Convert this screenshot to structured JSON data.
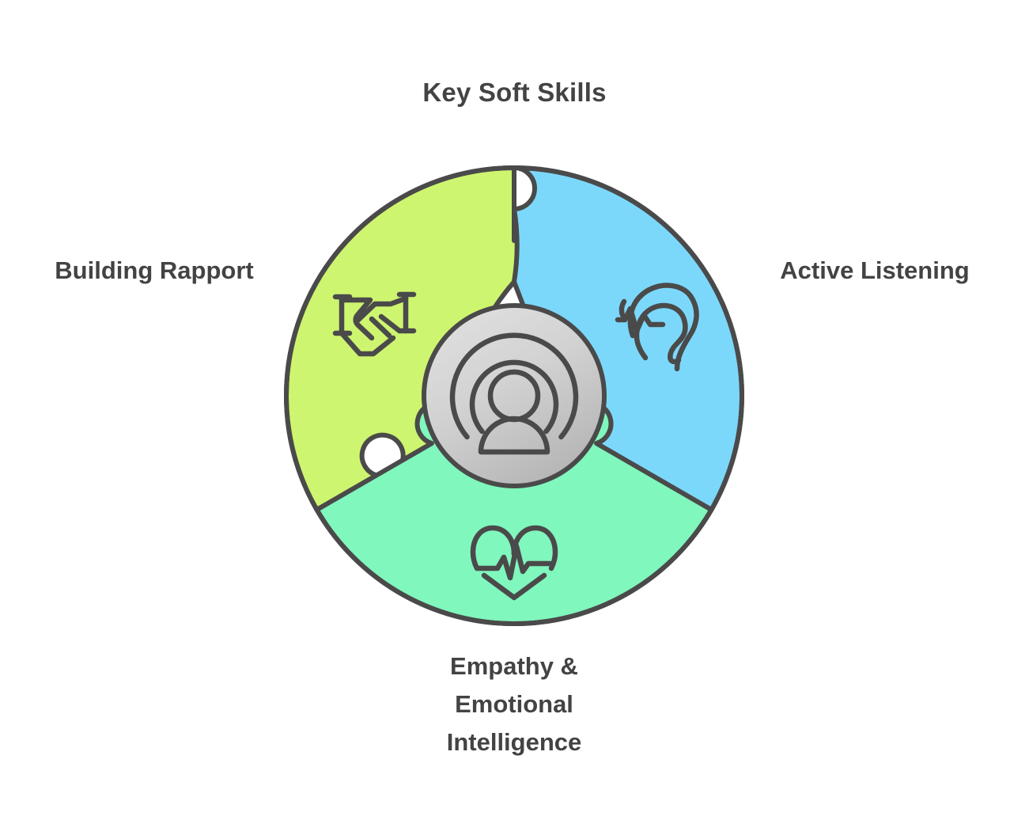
{
  "title": "Key Soft Skills",
  "segments": [
    {
      "id": "building-rapport",
      "label": "Building Rapport",
      "color": "#cef56f",
      "icon": "handshake-icon",
      "position": "left"
    },
    {
      "id": "active-listening",
      "label": "Active Listening",
      "color": "#7cd8fb",
      "icon": "ear-listening-icon",
      "position": "right"
    },
    {
      "id": "empathy-emotional-intelligence",
      "label": "Empathy &\nEmotional\nIntelligence",
      "color": "#80f7bd",
      "icon": "heart-pulse-icon",
      "position": "bottom"
    }
  ],
  "center": {
    "icon": "person-broadcast-icon",
    "gradient_start": "#dcdcdc",
    "gradient_end": "#b8b8b8"
  },
  "style": {
    "stroke": "#4a4a4a",
    "text_color": "#434343",
    "background": "#ffffff"
  },
  "chart_data": {
    "type": "pie",
    "title": "Key Soft Skills",
    "categories": [
      "Building Rapport",
      "Active Listening",
      "Empathy & Emotional Intelligence"
    ],
    "values": [
      33.3,
      33.3,
      33.3
    ],
    "colors": [
      "#cef56f",
      "#7cd8fb",
      "#80f7bd"
    ],
    "legend": "outer labels",
    "grid": false
  }
}
